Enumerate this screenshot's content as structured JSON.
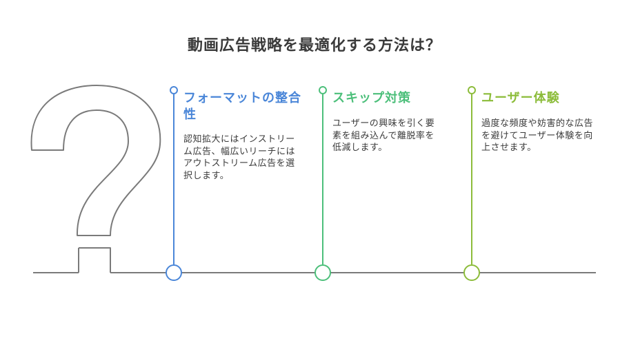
{
  "title": "動画広告戦略を最適化する方法は？",
  "steps": [
    {
      "heading": "フォーマットの整合性",
      "description": "認知拡大にはインストリーム広告、幅広いリーチにはアウトストリーム広告を選択します。",
      "color": "#4a86d8"
    },
    {
      "heading": "スキップ対策",
      "description": "ユーザーの興味を引く要素を組み込んで離脱率を低減します。",
      "color": "#4cbf7a"
    },
    {
      "heading": "ユーザー体験",
      "description": "過度な頻度や妨害的な広告を避けてユーザー体験を向上させます。",
      "color": "#8cbc3a"
    }
  ],
  "colors": {
    "question_mark": "#7a7a7a",
    "baseline": "#7a7a7a"
  },
  "icons": {
    "decoration": "question-mark-icon"
  }
}
